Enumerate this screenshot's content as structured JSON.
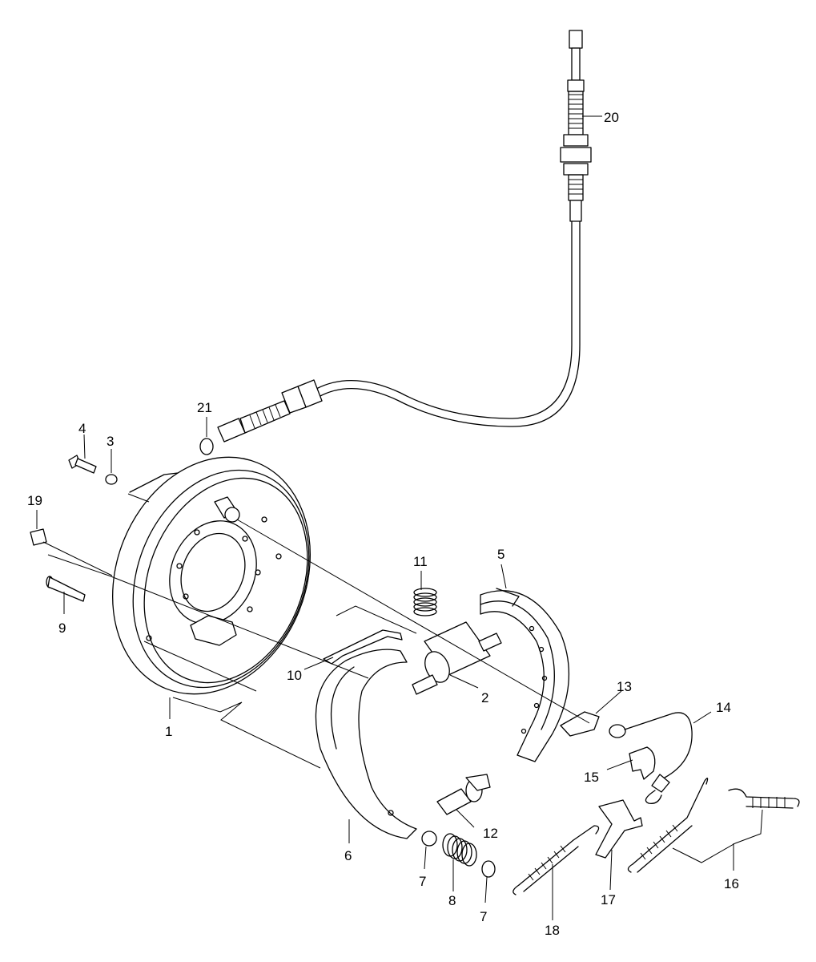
{
  "diagram": {
    "labels": [
      {
        "id": "1",
        "text": "1"
      },
      {
        "id": "2",
        "text": "2"
      },
      {
        "id": "3",
        "text": "3"
      },
      {
        "id": "4",
        "text": "4"
      },
      {
        "id": "5",
        "text": "5"
      },
      {
        "id": "6",
        "text": "6"
      },
      {
        "id": "7a",
        "text": "7"
      },
      {
        "id": "7b",
        "text": "7"
      },
      {
        "id": "8",
        "text": "8"
      },
      {
        "id": "9",
        "text": "9"
      },
      {
        "id": "10",
        "text": "10"
      },
      {
        "id": "11",
        "text": "11"
      },
      {
        "id": "12",
        "text": "12"
      },
      {
        "id": "13",
        "text": "13"
      },
      {
        "id": "14",
        "text": "14"
      },
      {
        "id": "15",
        "text": "15"
      },
      {
        "id": "16",
        "text": "16"
      },
      {
        "id": "17",
        "text": "17"
      },
      {
        "id": "18",
        "text": "18"
      },
      {
        "id": "19",
        "text": "19"
      },
      {
        "id": "20",
        "text": "20"
      },
      {
        "id": "21",
        "text": "21"
      }
    ]
  }
}
